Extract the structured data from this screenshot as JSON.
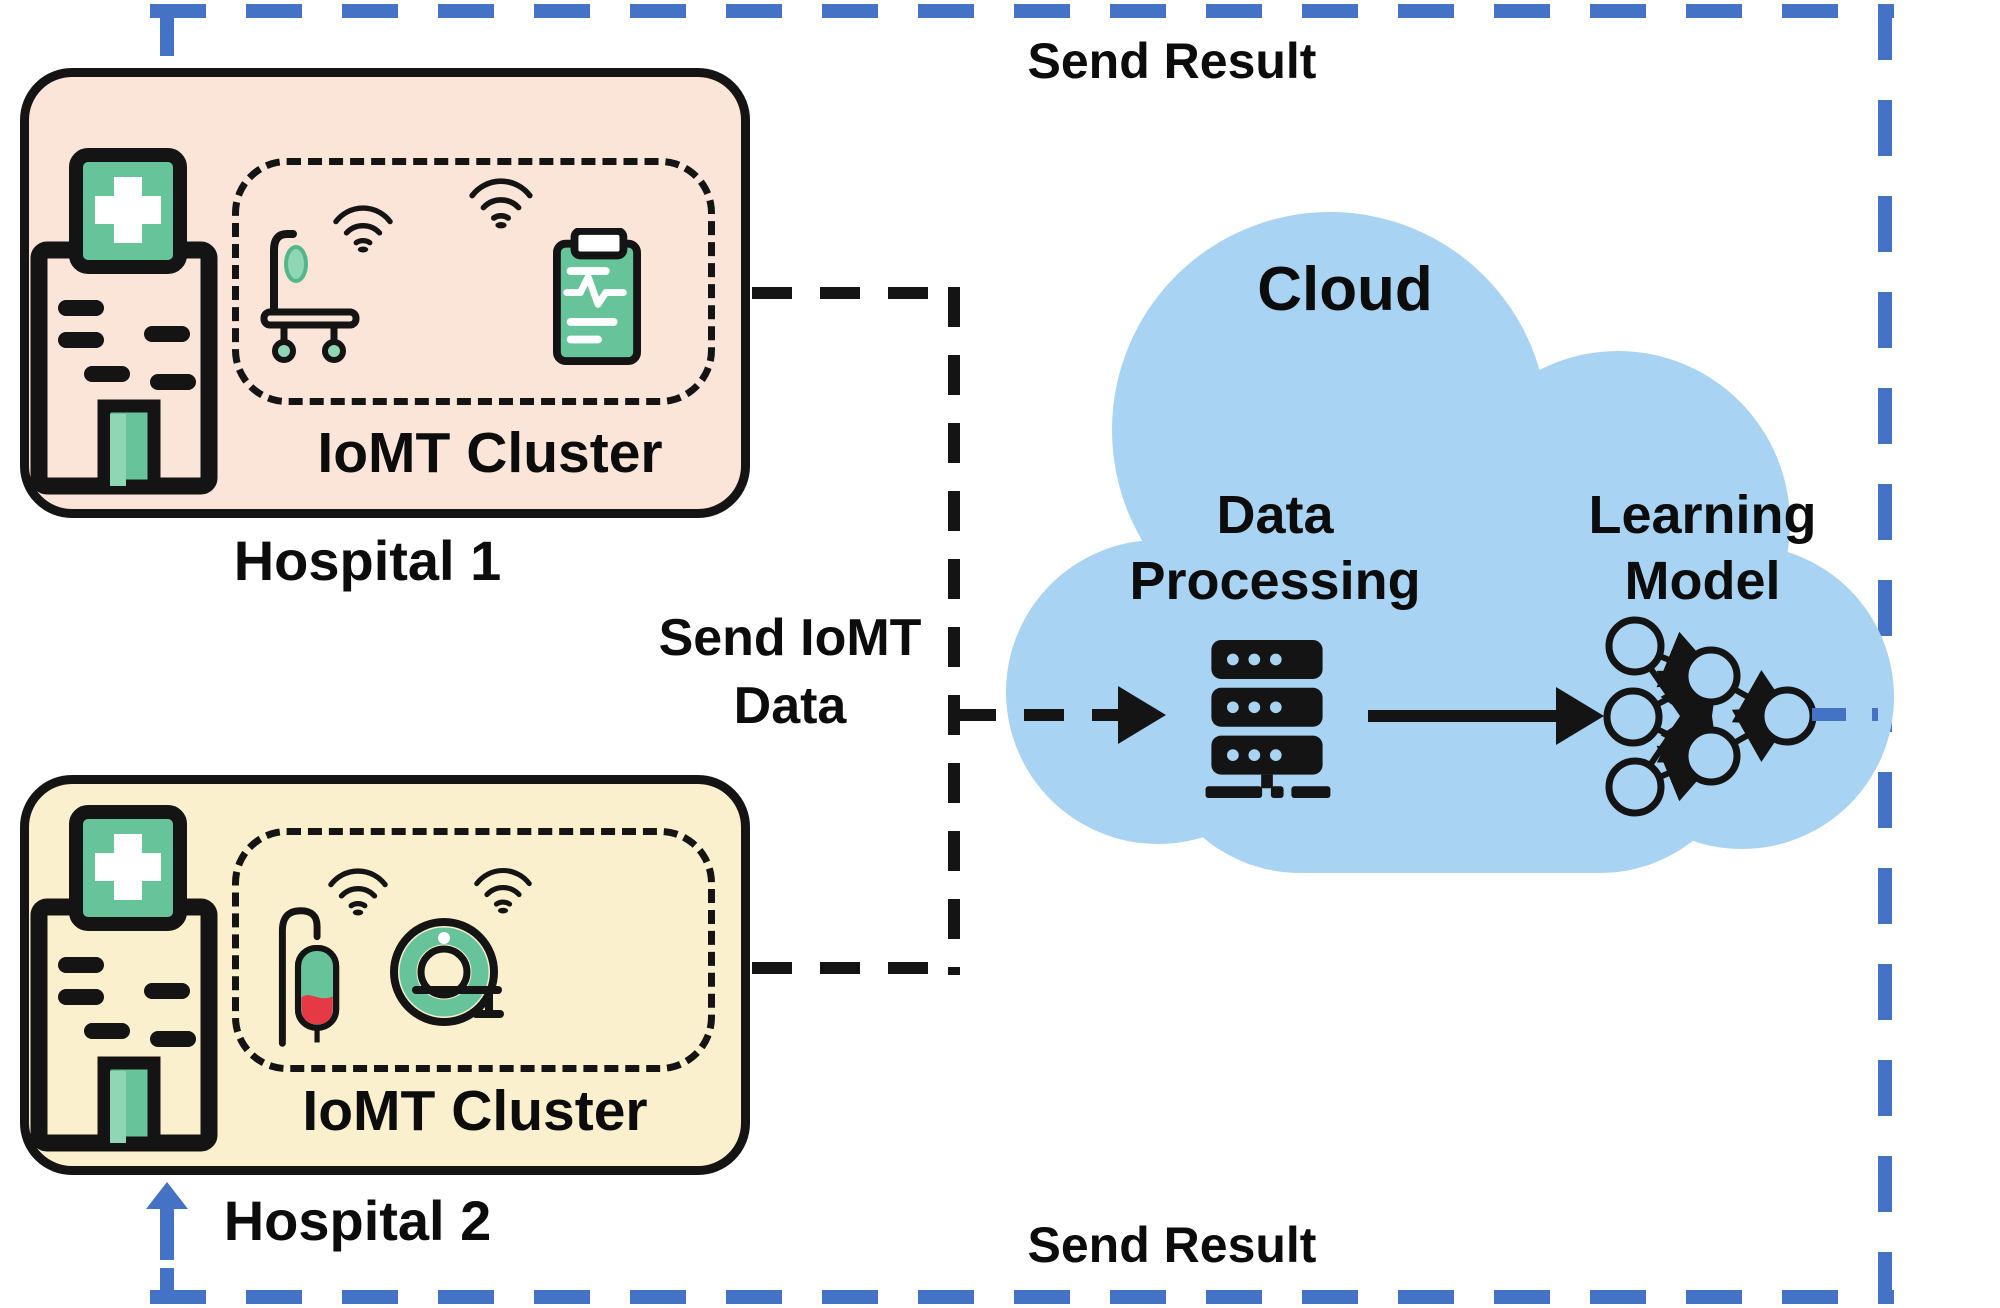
{
  "hospitals": {
    "hospital1": {
      "label": "Hospital 1",
      "cluster_label": "IoMT Cluster"
    },
    "hospital2": {
      "label": "Hospital 2",
      "cluster_label": "IoMT Cluster"
    }
  },
  "connections": {
    "send_iomt_line1": "Send IoMT",
    "send_iomt_line2": "Data",
    "send_result_top": "Send Result",
    "send_result_bottom": "Send Result"
  },
  "cloud": {
    "title": "Cloud",
    "data_processing_line1": "Data",
    "data_processing_line2": "Processing",
    "learning_model_line1": "Learning",
    "learning_model_line2": "Model"
  },
  "icons": {
    "hospital1_building": "hospital-building-icon",
    "hospital1_devices": [
      "hospital-bed-icon",
      "wifi-icon",
      "clipboard-chart-icon",
      "wifi-icon"
    ],
    "hospital2_devices": [
      "iv-drip-icon",
      "wifi-icon",
      "ct-scanner-icon",
      "wifi-icon"
    ],
    "cloud_items": [
      "server-icon",
      "neural-network-icon"
    ]
  },
  "colors": {
    "hospital1_fill": "#FBE5D8",
    "hospital2_fill": "#FBF0CD",
    "cloud_fill": "#A8D3F2",
    "accent_blue": "#4472C4",
    "icon_green": "#66C39A",
    "icon_green_light": "#8FD6B4",
    "iv_red": "#E53946",
    "outline": "#141414"
  }
}
